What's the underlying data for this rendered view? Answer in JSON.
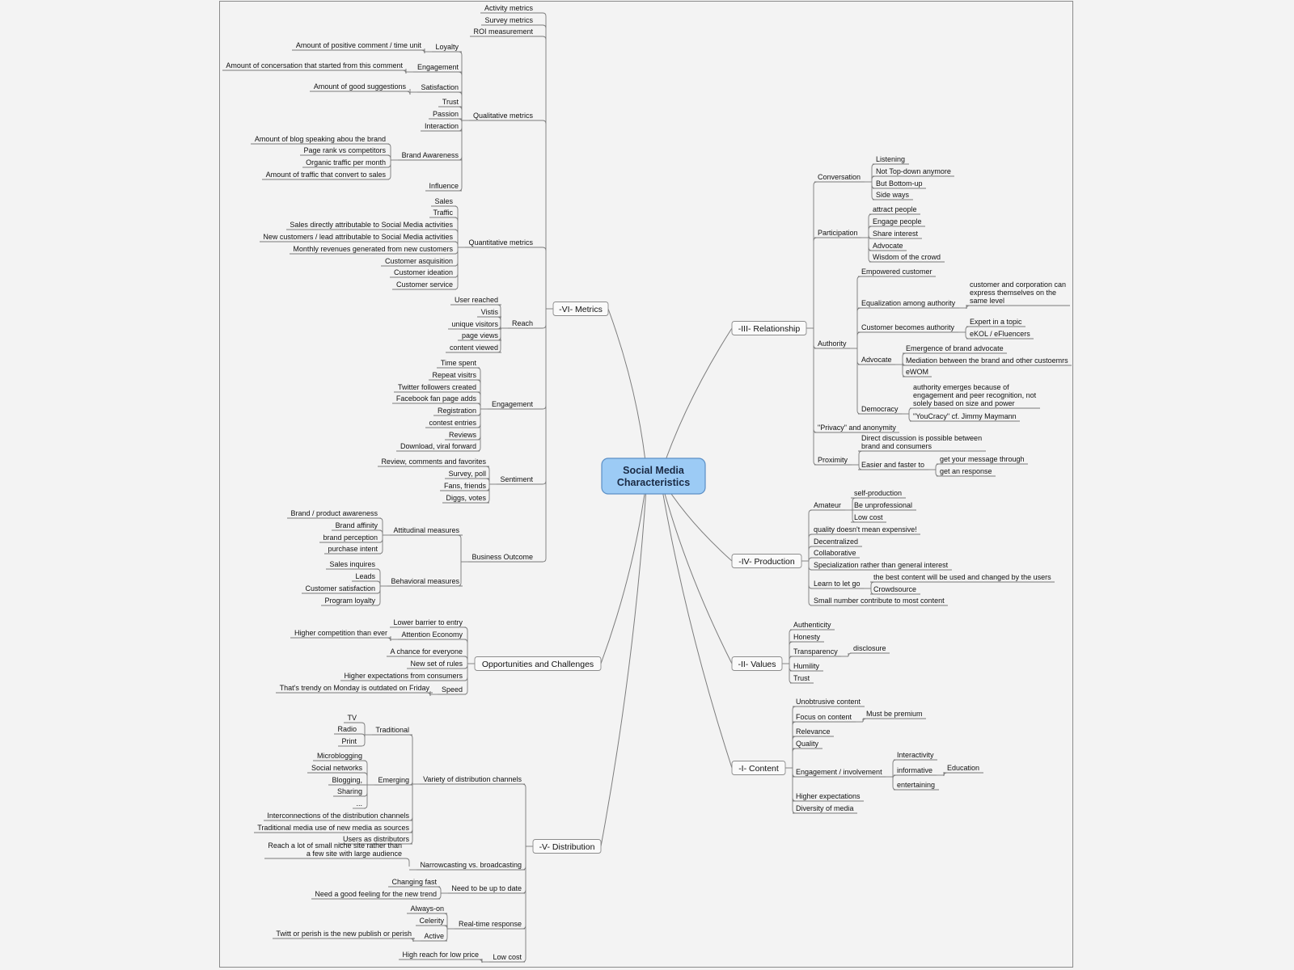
{
  "map": {
    "central": {
      "line1": "Social Media",
      "line2": "Characteristics"
    },
    "branches": [
      {
        "label": "-VI- Metrics",
        "children": [
          {
            "label": "Activity metrics"
          },
          {
            "label": "Survey metrics"
          },
          {
            "label": "ROI measurement"
          },
          {
            "label": "Qualitative metrics",
            "children": [
              {
                "label": "Loyalty",
                "children": [
                  {
                    "label": "Amount of positive comment / time unit"
                  }
                ]
              },
              {
                "label": "Engagement",
                "children": [
                  {
                    "label": "Amount of concersation that started from this comment"
                  }
                ]
              },
              {
                "label": "Satisfaction",
                "children": [
                  {
                    "label": "Amount of good suggestions"
                  }
                ]
              },
              {
                "label": "Trust"
              },
              {
                "label": "Passion"
              },
              {
                "label": "Interaction"
              },
              {
                "label": "Brand Awareness",
                "children": [
                  {
                    "label": "Amount of blog speaking abou the brand"
                  },
                  {
                    "label": "Page rank vs competitors"
                  },
                  {
                    "label": "Organic traffic per month"
                  },
                  {
                    "label": "Amount of traffic that convert to sales"
                  }
                ]
              },
              {
                "label": "Influence"
              }
            ]
          },
          {
            "label": "Quantitative metrics",
            "children": [
              {
                "label": "Sales"
              },
              {
                "label": "Traffic"
              },
              {
                "label": "Sales directly attributable to Social Media activities"
              },
              {
                "label": "New customers / lead attributable to Social Media activities"
              },
              {
                "label": "Monthly revenues generated from new customers"
              },
              {
                "label": "Customer asquisition"
              },
              {
                "label": "Customer ideation"
              },
              {
                "label": "Customer service"
              }
            ]
          },
          {
            "label": "Reach",
            "children": [
              {
                "label": "User reached"
              },
              {
                "label": "Vistis"
              },
              {
                "label": "unique visitors"
              },
              {
                "label": "page views"
              },
              {
                "label": "content viewed"
              }
            ]
          },
          {
            "label": "Engagement",
            "children": [
              {
                "label": "Time spent"
              },
              {
                "label": "Repeat visitrs"
              },
              {
                "label": "Twitter followers created"
              },
              {
                "label": "Facebook fan page adds"
              },
              {
                "label": "Registration"
              },
              {
                "label": "contest entries"
              },
              {
                "label": "Reviews"
              },
              {
                "label": "Download, viral forward"
              }
            ]
          },
          {
            "label": "Sentiment",
            "children": [
              {
                "label": "Review, comments and favorites"
              },
              {
                "label": "Survey, poll"
              },
              {
                "label": "Fans, friends"
              },
              {
                "label": "Diggs, votes"
              }
            ]
          },
          {
            "label": "Business Outcome",
            "children": [
              {
                "label": "Attitudinal measures",
                "children": [
                  {
                    "label": "Brand / product awareness"
                  },
                  {
                    "label": "Brand affinity"
                  },
                  {
                    "label": "brand perception"
                  },
                  {
                    "label": "purchase intent"
                  }
                ]
              },
              {
                "label": "Behavioral measures",
                "children": [
                  {
                    "label": "Sales inquires"
                  },
                  {
                    "label": "Leads"
                  },
                  {
                    "label": "Customer satisfaction"
                  },
                  {
                    "label": "Program loyalty"
                  }
                ]
              }
            ]
          }
        ]
      },
      {
        "label": "Opportunities and Challenges",
        "children": [
          {
            "label": "Lower barrier to entry"
          },
          {
            "label": "Attention Economy",
            "children": [
              {
                "label": "Higher competition than ever"
              }
            ]
          },
          {
            "label": "A chance for everyone"
          },
          {
            "label": "New set of rules"
          },
          {
            "label": "Higher expectations from consumers"
          },
          {
            "label": "Speed",
            "children": [
              {
                "label": "That's trendy on Monday is outdated on Friday"
              }
            ]
          }
        ]
      },
      {
        "label": "-V- Distribution",
        "children": [
          {
            "label": "Variety of distribution channels",
            "children": [
              {
                "label": "Traditional",
                "children": [
                  {
                    "label": "TV"
                  },
                  {
                    "label": "Radio"
                  },
                  {
                    "label": "Print"
                  }
                ]
              },
              {
                "label": "Emerging",
                "children": [
                  {
                    "label": "Microblogging"
                  },
                  {
                    "label": "Social networks"
                  },
                  {
                    "label": "Blogging,"
                  },
                  {
                    "label": "Sharing"
                  },
                  {
                    "label": "..."
                  }
                ]
              },
              {
                "label": "Interconnections of the distribution channels"
              },
              {
                "label": "Traditional media use of new media as sources"
              },
              {
                "label": "Users as distributors"
              }
            ]
          },
          {
            "label": "Narrowcasting vs. broadcasting",
            "children": [
              {
                "label": "Reach a lot of small niche site rather than",
                "line2": "a few site with large audience"
              }
            ]
          },
          {
            "label": "Need to be up to date",
            "children": [
              {
                "label": "Changing fast"
              },
              {
                "label": "Need a good feeling for the new trend"
              }
            ]
          },
          {
            "label": "Real-time response",
            "children": [
              {
                "label": "Always-on"
              },
              {
                "label": "Celerity"
              },
              {
                "label": "Active",
                "children": [
                  {
                    "label": "Twitt or perish is the new publish or perish"
                  }
                ]
              }
            ]
          },
          {
            "label": "Low cost",
            "children": [
              {
                "label": "High reach for low price"
              }
            ]
          }
        ]
      },
      {
        "label": "-III- Relationship",
        "children": [
          {
            "label": "Conversation",
            "children": [
              {
                "label": "Listening"
              },
              {
                "label": "Not Top-down anymore"
              },
              {
                "label": "But Bottom-up"
              },
              {
                "label": "Side ways"
              }
            ]
          },
          {
            "label": "Participation",
            "children": [
              {
                "label": "attract people"
              },
              {
                "label": "Engage people"
              },
              {
                "label": "Share interest"
              },
              {
                "label": "Advocate"
              },
              {
                "label": "Wisdom of the crowd"
              }
            ]
          },
          {
            "label": "Authority",
            "children": [
              {
                "label": "Empowered customer"
              },
              {
                "label": "Equalization among authority",
                "children": [
                  {
                    "label": "customer and corporation can",
                    "line2": "express themselves on the",
                    "line3": "same level"
                  }
                ]
              },
              {
                "label": "Customer becomes authority",
                "children": [
                  {
                    "label": "Expert in a topic"
                  },
                  {
                    "label": "eKOL / eFluencers"
                  }
                ]
              },
              {
                "label": "Advocate",
                "children": [
                  {
                    "label": "Emergence of brand advocate"
                  },
                  {
                    "label": "Mediation between the brand and other custoemrs"
                  },
                  {
                    "label": "eWOM"
                  }
                ]
              },
              {
                "label": "Democracy",
                "children": [
                  {
                    "label": "authority emerges because of",
                    "line2": "engagement and peer recognition, not",
                    "line3": "solely based on size and power"
                  },
                  {
                    "label": "\"YouCracy\" cf. Jimmy Maymann"
                  }
                ]
              }
            ]
          },
          {
            "label": "\"Privacy\" and anonymity"
          },
          {
            "label": "Proximity",
            "children": [
              {
                "label": "Direct discussion is possible between",
                "line2": "brand and consumers"
              },
              {
                "label": "Easier and faster to",
                "children": [
                  {
                    "label": "get your message through"
                  },
                  {
                    "label": "get an response"
                  }
                ]
              }
            ]
          }
        ]
      },
      {
        "label": "-IV- Production",
        "children": [
          {
            "label": "Amateur",
            "children": [
              {
                "label": "self-production"
              },
              {
                "label": "Be unprofessional"
              },
              {
                "label": "Low cost"
              }
            ]
          },
          {
            "label": "quality doesn't mean expensive!"
          },
          {
            "label": "Decentralized"
          },
          {
            "label": "Collaborative"
          },
          {
            "label": "Specialization rather than general interest"
          },
          {
            "label": "Learn to let go",
            "children": [
              {
                "label": "the best content will be used and changed by the users"
              },
              {
                "label": "Crowdsource"
              }
            ]
          },
          {
            "label": "Small number contribute to most content"
          }
        ]
      },
      {
        "label": "-II- Values",
        "children": [
          {
            "label": "Authenticity"
          },
          {
            "label": "Honesty"
          },
          {
            "label": "Transparency",
            "children": [
              {
                "label": "disclosure"
              }
            ]
          },
          {
            "label": "Humility"
          },
          {
            "label": "Trust"
          }
        ]
      },
      {
        "label": "-I- Content",
        "children": [
          {
            "label": "Unobtrusive content"
          },
          {
            "label": "Focus on content",
            "children": [
              {
                "label": "Must be premium"
              }
            ]
          },
          {
            "label": "Relevance"
          },
          {
            "label": "Quality"
          },
          {
            "label": "Engagement / involvement",
            "children": [
              {
                "label": "Interactivity"
              },
              {
                "label": "informative",
                "children": [
                  {
                    "label": "Education"
                  }
                ]
              },
              {
                "label": "entertaining"
              }
            ]
          },
          {
            "label": "Higher expectations"
          },
          {
            "label": "Diversity of media"
          }
        ]
      }
    ]
  }
}
